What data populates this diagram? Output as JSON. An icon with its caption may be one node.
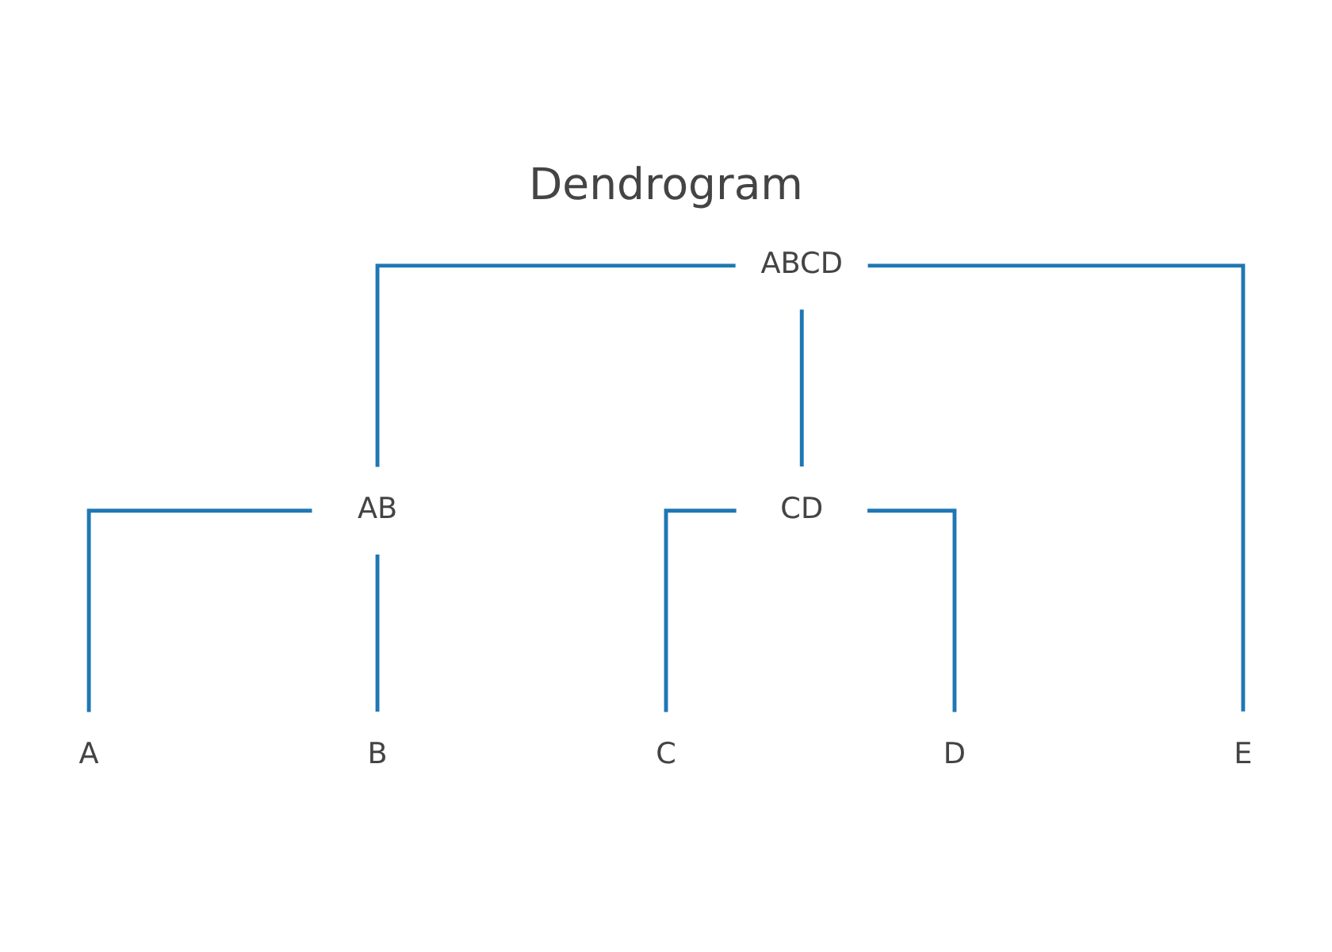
{
  "diagram": {
    "title": "Dendrogram",
    "nodes": [
      {
        "text": [
          "ABCD"
        ]
      },
      {
        "text": [
          "AB"
        ]
      },
      {
        "text": [
          "CD"
        ]
      },
      {
        "text": [
          "A"
        ]
      },
      {
        "text": [
          "B"
        ]
      },
      {
        "text": [
          "C"
        ]
      },
      {
        "text": [
          "D"
        ]
      },
      {
        "text": [
          "E"
        ]
      }
    ],
    "edges": [
      {
        "from": 0,
        "to": 1,
        "arrow": "none"
      },
      {
        "from": 0,
        "to": 2,
        "arrow": "none"
      },
      {
        "from": 0,
        "to": 7,
        "arrow": "none"
      },
      {
        "from": 1,
        "to": 3,
        "arrow": "none"
      },
      {
        "from": 1,
        "to": 4,
        "arrow": "none"
      },
      {
        "from": 2,
        "to": 5,
        "arrow": "none"
      },
      {
        "from": 2,
        "to": 6,
        "arrow": "none"
      }
    ]
  }
}
